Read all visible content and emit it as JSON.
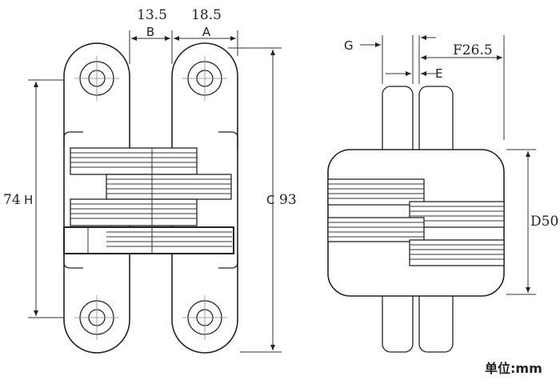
{
  "dimensions": {
    "b_value": "13.5",
    "b_letter": "B",
    "a_value": "18.5",
    "a_letter": "A",
    "h_value": "74",
    "h_letter": "H",
    "c_letter": "C",
    "c_value": "93",
    "g_letter": "G",
    "f_label": "F26.5",
    "e_letter": "E",
    "d_label": "D50"
  },
  "unit_note": "单位:mm"
}
